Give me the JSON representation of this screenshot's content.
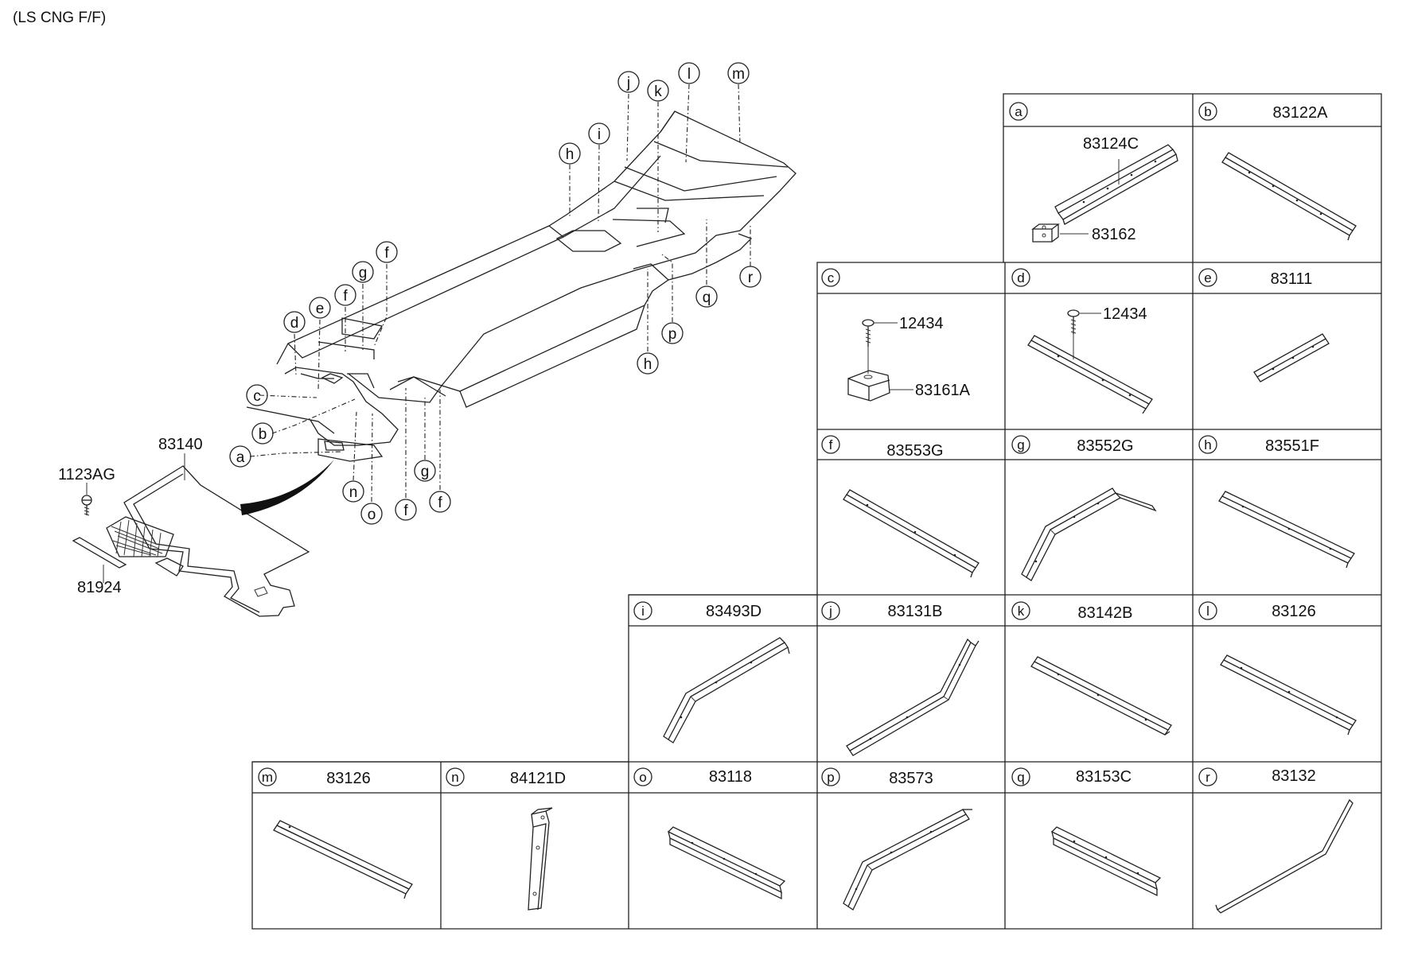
{
  "header": "(LS CNG F/F)",
  "main_parts": {
    "floor_covering": "83140",
    "bolt": "1123AG",
    "strip": "81924"
  },
  "callouts": [
    "a",
    "b",
    "c",
    "d",
    "e",
    "f",
    "g",
    "h",
    "i",
    "j",
    "k",
    "l",
    "m",
    "n",
    "o",
    "p",
    "q",
    "r"
  ],
  "detail_cells": [
    {
      "letter": "a",
      "code": "",
      "parts": [
        "83124C",
        "83162"
      ]
    },
    {
      "letter": "b",
      "code": "83122A",
      "parts": []
    },
    {
      "letter": "c",
      "code": "",
      "parts": [
        "12434",
        "83161A"
      ]
    },
    {
      "letter": "d",
      "code": "",
      "parts": [
        "12434"
      ]
    },
    {
      "letter": "e",
      "code": "83111",
      "parts": []
    },
    {
      "letter": "f",
      "code": "83553G",
      "parts": []
    },
    {
      "letter": "g",
      "code": "83552G",
      "parts": []
    },
    {
      "letter": "h",
      "code": "83551F",
      "parts": []
    },
    {
      "letter": "i",
      "code": "83493D",
      "parts": []
    },
    {
      "letter": "j",
      "code": "83131B",
      "parts": []
    },
    {
      "letter": "k",
      "code": "83142B",
      "parts": []
    },
    {
      "letter": "l",
      "code": "83126",
      "parts": []
    },
    {
      "letter": "m",
      "code": "83126",
      "parts": []
    },
    {
      "letter": "n",
      "code": "84121D",
      "parts": []
    },
    {
      "letter": "o",
      "code": "83118",
      "parts": []
    },
    {
      "letter": "p",
      "code": "83573",
      "parts": []
    },
    {
      "letter": "q",
      "code": "83153C",
      "parts": []
    },
    {
      "letter": "r",
      "code": "83132",
      "parts": []
    }
  ]
}
